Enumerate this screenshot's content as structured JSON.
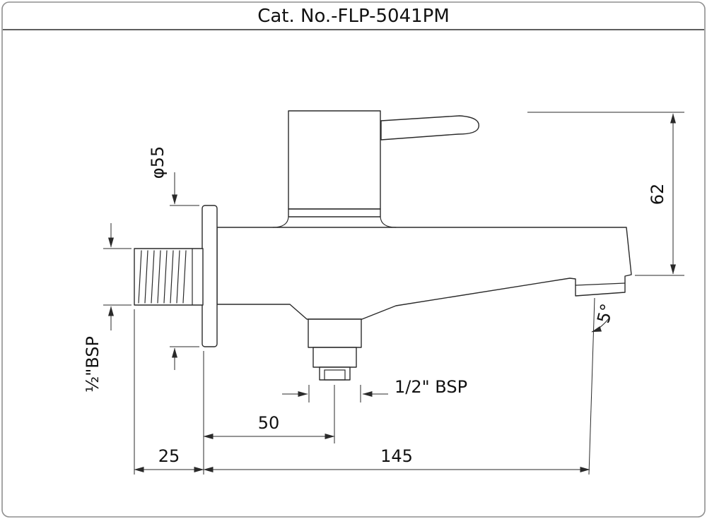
{
  "title": "Cat. No.-FLP-5041PM",
  "dimensions": {
    "flange_diameter": "φ55",
    "overall_height": "62",
    "inlet_thread": "½\"BSP",
    "bottom_outlet_thread": "1/2\" BSP",
    "wall_to_outlet": "50",
    "inlet_length": "25",
    "spout_reach": "145",
    "outlet_angle": "5°"
  }
}
